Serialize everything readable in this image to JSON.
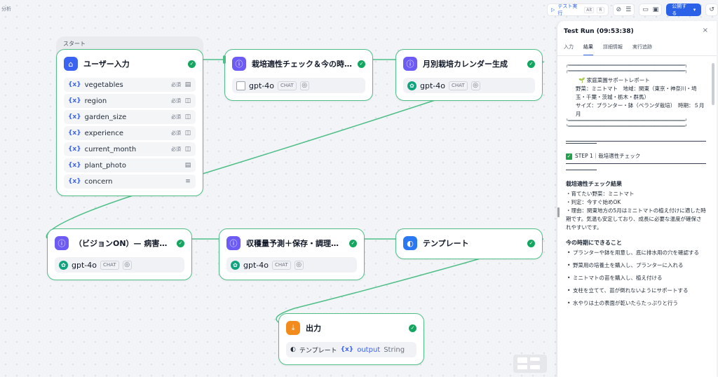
{
  "canvas": {
    "crumb": "分析",
    "start_group_label": "スタート"
  },
  "nodes": {
    "user_input": {
      "title": "ユーザー入力",
      "icon": "home-icon",
      "variables": [
        {
          "name": "vegetables",
          "required": "必須",
          "type_icon": "▤"
        },
        {
          "name": "region",
          "required": "必須",
          "type_icon": "◫"
        },
        {
          "name": "garden_size",
          "required": "必須",
          "type_icon": "◫"
        },
        {
          "name": "experience",
          "required": "必須",
          "type_icon": "◫"
        },
        {
          "name": "current_month",
          "required": "必須",
          "type_icon": "◫"
        },
        {
          "name": "plant_photo",
          "required": "",
          "type_icon": "▤"
        },
        {
          "name": "concern",
          "required": "",
          "type_icon": "≡"
        }
      ]
    },
    "suitability": {
      "title": "栽培適性チェック＆今の時期...",
      "model": "gpt-4o",
      "badge": "CHAT"
    },
    "calendar": {
      "title": "月別栽培カレンダー生成",
      "model": "gpt-4o",
      "badge": "CHAT"
    },
    "vision": {
      "title": "（ビジョンON）— 病害虫診...",
      "model": "gpt-4o",
      "badge": "CHAT"
    },
    "yield": {
      "title": "収穫量予測＋保存・調理レ...",
      "model": "gpt-4o",
      "badge": "CHAT"
    },
    "template": {
      "title": "テンプレート"
    },
    "output": {
      "title": "出力",
      "source": "テンプレート",
      "var": "output",
      "type": "String"
    }
  },
  "toolbar": {
    "test_run": "テスト実行",
    "shortcut_alt": "Alt",
    "shortcut_r": "R",
    "publish": "公開する"
  },
  "panel": {
    "title": "Test Run (09:53:38)",
    "tabs": [
      "入力",
      "結果",
      "詳細情報",
      "実行追跡"
    ],
    "active_tab": "結果",
    "report": {
      "box_top": "┌══════════════════════════════════════════════┐",
      "heading": "🌱 家庭菜園サポートレポート",
      "line1": "野菜：ミニトマト　地域：関東（東京・神奈川・埼玉・千葉・茨城・栃木・群馬）",
      "line2": "サイズ：プランター・鉢（ベランダ栽培）　時期：５月月",
      "box_bottom": "└══════════════════════════════════════════════┘",
      "step": "STEP 1｜栽培適性チェック",
      "result_heading": "栽培適性チェック結果",
      "result_lines": [
        "・育てたい野菜：ミニトマト",
        "・判定：今すぐ始めOK",
        "・理由：関東地方の5月はミニトマトの植え付けに適した時期です。気温も安定しており、成長に必要な温度が確保されやすいです。"
      ],
      "todo_heading": "今の時期にできること",
      "todo": [
        "プランターや鉢を用意し、底に排水用の穴を確認する",
        "野菜用の培養土を購入し、プランターに入れる",
        "ミニトマトの苗を購入し、植え付ける",
        "支柱を立てて、苗が倒れないようにサポートする",
        "水やりは土の表面が乾いたらたっぷりと行う"
      ]
    }
  },
  "colors": {
    "edge": "#4fbf87",
    "accent": "#2b62e8",
    "success": "#12a660"
  }
}
